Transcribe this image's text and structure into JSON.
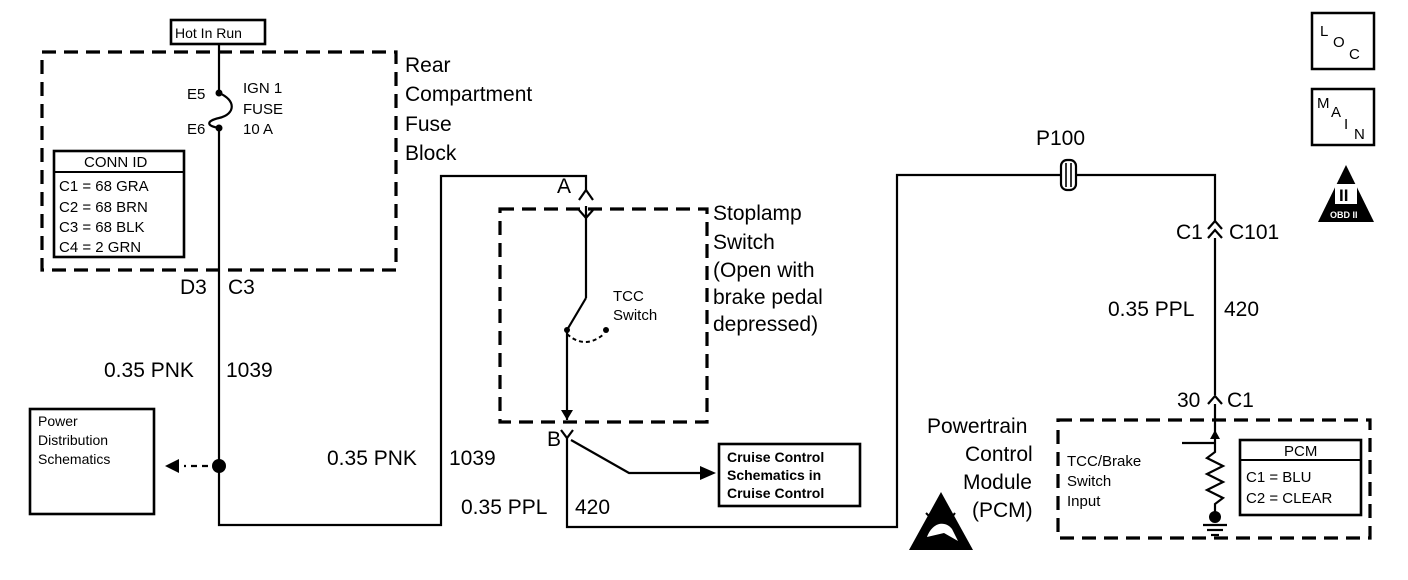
{
  "fuse_block": {
    "header": "Hot In Run",
    "title_lines": [
      "Rear",
      "Compartment",
      "Fuse",
      "Block"
    ],
    "pin_in": "E5",
    "pin_out": "E6",
    "fuse_lines": [
      "IGN 1",
      "FUSE",
      "10 A"
    ],
    "conn_id_title": "CONN ID",
    "conn_id_rows": [
      "C1 = 68 GRA",
      "C2 = 68 BRN",
      "C3 = 68 BLK",
      "C4 = 2 GRN"
    ],
    "output_pin": "D3",
    "output_conn": "C3"
  },
  "wires": {
    "left_vertical": {
      "gauge_color": "0.35 PNK",
      "circuit": "1039"
    },
    "left_bottom": {
      "gauge_color": "0.35 PNK",
      "circuit": "1039"
    },
    "bottom_ppl": {
      "gauge_color": "0.35 PPL",
      "circuit": "420"
    },
    "right_vertical": {
      "gauge_color": "0.35 PPL",
      "circuit": "420"
    }
  },
  "power_distribution": {
    "lines": [
      "Power",
      "Distribution",
      "Schematics"
    ]
  },
  "stoplamp_switch": {
    "terminal_top": "A",
    "terminal_bottom": "B",
    "title_lines": [
      "Stoplamp",
      "Switch",
      "(Open with",
      "brake pedal",
      "depressed)"
    ],
    "switch_lines": [
      "TCC",
      "Switch"
    ]
  },
  "cruise_control": {
    "lines": [
      "Cruise Control",
      "Schematics in",
      "Cruise Control"
    ]
  },
  "splice": {
    "label": "P100"
  },
  "connector_c101": {
    "pin": "C1",
    "name": "C101"
  },
  "pcm_connector": {
    "pin": "30",
    "name": "C1"
  },
  "pcm": {
    "title_lines": [
      "Powertrain",
      "Control",
      "Module",
      "(PCM)"
    ],
    "input_lines": [
      "TCC/Brake",
      "Switch",
      "Input"
    ],
    "legend_title": "PCM",
    "legend_rows": [
      "C1 = BLU",
      "C2 = CLEAR"
    ]
  },
  "nav_icons": {
    "loc": [
      "L",
      "O",
      "C"
    ],
    "main": [
      "M",
      "A",
      "I",
      "N"
    ],
    "obd": {
      "numeral": "II",
      "label": "OBD II"
    }
  },
  "icons": [
    "esd-warning-icon",
    "obd-ii-icon",
    "location-icon",
    "main-index-icon"
  ]
}
